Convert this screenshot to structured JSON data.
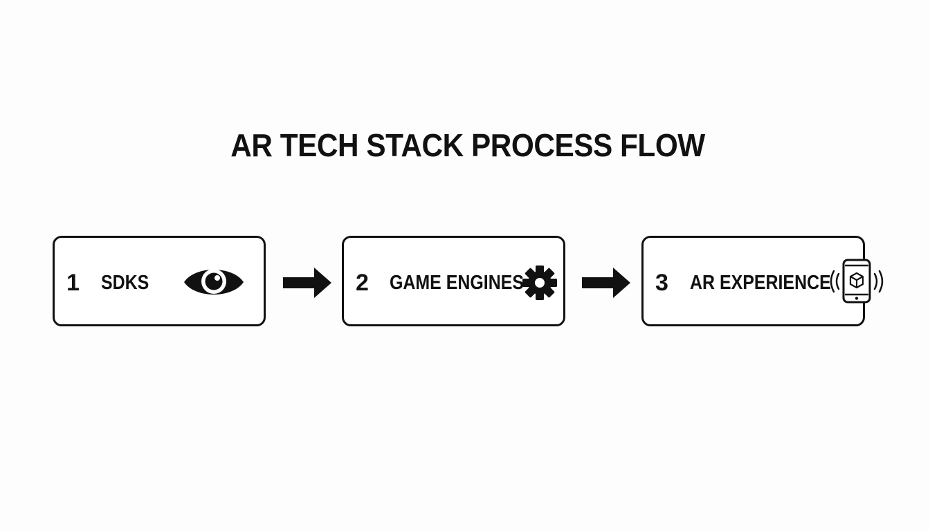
{
  "diagram": {
    "title": "AR TECH STACK PROCESS FLOW",
    "steps": [
      {
        "number": "1",
        "label": "SDKS",
        "icon": "eye-icon"
      },
      {
        "number": "2",
        "label": "GAME ENGINES",
        "icon": "gear-icon"
      },
      {
        "number": "3",
        "label": "AR EXPERIENCE",
        "icon": "smartphone-ar-cube-icon"
      }
    ],
    "connectors": [
      "arrow-right-icon",
      "arrow-right-icon"
    ],
    "colors": {
      "ink": "#111111",
      "background": "#fdfdfd"
    }
  }
}
